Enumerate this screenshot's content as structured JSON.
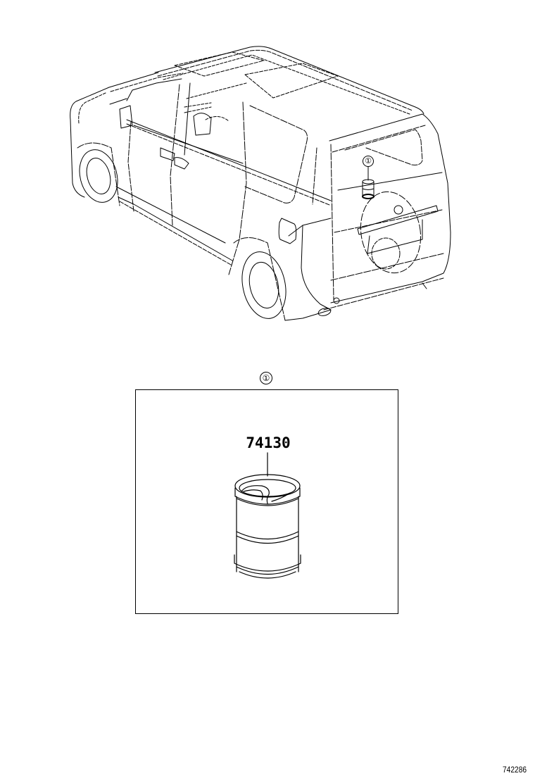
{
  "diagram": {
    "type": "exploded parts illustration",
    "subject": "minivan rear three-quarter view with ashtray location",
    "vehicle_callout": {
      "index": "①",
      "location": "rear cargo area, near tailgate"
    },
    "detail_view": {
      "callout": "①",
      "part_number": "74130",
      "part_description_visual": "cylindrical cup-style ashtray with swirl lid"
    },
    "figure_id": "742286",
    "colors": {
      "line": "#000000",
      "background": "#ffffff"
    }
  }
}
